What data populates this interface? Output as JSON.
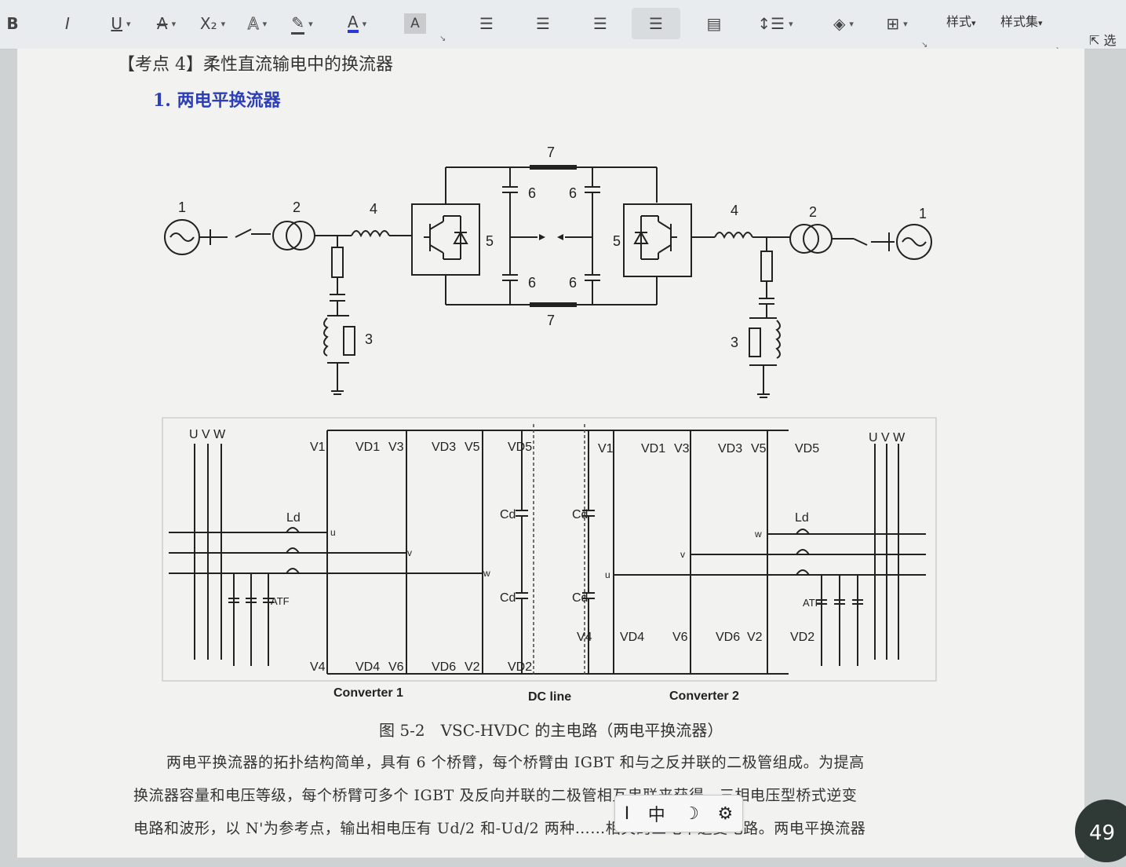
{
  "toolbar": {
    "bold": "B",
    "italic": "I",
    "underline": "U",
    "strikethrough": "A",
    "subscript": "X₂",
    "text_effect": "A",
    "highlight": "✎",
    "font_color": "A",
    "char_shading": "A",
    "style_label": "样式",
    "style_set_label": "样式集",
    "select_label": "选"
  },
  "document": {
    "heading": "【考点 4】柔性直流输电中的换流器",
    "subheading": "1. 两电平换流器",
    "figure_caption": "图 5-2　VSC-HVDC 的主电路（两电平换流器）",
    "paragraph_lines": [
      "两电平换流器的拓扑结构简单，具有 6 个桥臂，每个桥臂由 IGBT 和与之反并联的二极管组成。为提高",
      "换流器容量和电压等级，每个桥臂可多个 IGBT 及反向并联的二极管相互串联来获得。三相电压型桥式逆变",
      "电路和波形，以 N'为参考点，输出相电压有 Ud/2 和-Ud/2 两种……相关的三电平逆变电路。两电平换流器"
    ]
  },
  "figure_top": {
    "labels": [
      "1",
      "2",
      "4",
      "5",
      "6",
      "7",
      "3"
    ]
  },
  "figure_bottom": {
    "left_phases": "U V W",
    "right_phases": "U V W",
    "left_devices_top": [
      "V1",
      "VD1",
      "V3",
      "VD3",
      "V5",
      "VD5"
    ],
    "left_devices_bottom": [
      "V4",
      "VD4",
      "V6",
      "VD6",
      "V2",
      "VD2"
    ],
    "right_devices_top": [
      "V1",
      "VD1",
      "V3",
      "VD3",
      "V5",
      "VD5"
    ],
    "right_devices_bottom": [
      "V4",
      "VD4",
      "V6",
      "VD6",
      "V2",
      "VD2"
    ],
    "inductor_label": "Ld",
    "cap_label": "Cd",
    "atf_label": "ATF",
    "left_nodes": [
      "u",
      "v",
      "w"
    ],
    "right_nodes": [
      "w",
      "v",
      "u"
    ],
    "converter1": "Converter 1",
    "dc_line": "DC line",
    "converter2": "Converter 2"
  },
  "ime": {
    "cursor": "I",
    "mode": "中",
    "moon": "☽",
    "gear": "⚙"
  },
  "zoom": "49"
}
